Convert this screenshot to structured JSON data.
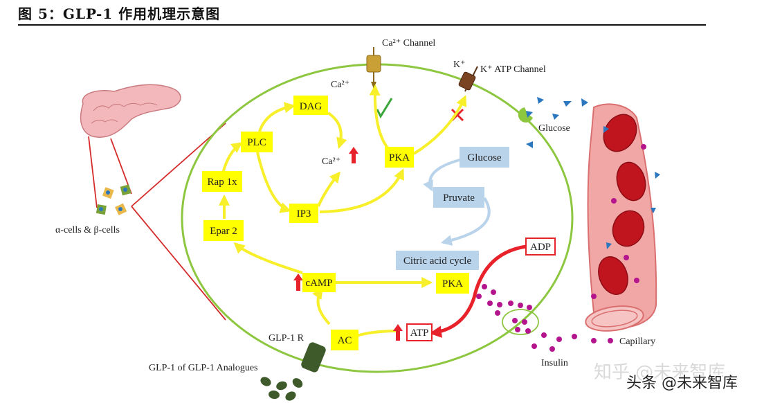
{
  "title": "图 5：GLP-1 作用机理示意图",
  "labels": {
    "ca_channel": "Ca²⁺ Channel",
    "ca_ion_top": "Ca²⁺",
    "k_ion": "K⁺",
    "k_atp_channel": "K⁺ ATP Channel",
    "glucose_outside": "Glucose",
    "ca_ion_mid": "Ca²⁺",
    "cells": "α-cells & β-cells",
    "glp1r": "GLP-1 R",
    "glp1_analogues": "GLP-1 of GLP-1 Analogues",
    "insulin": "Insulin",
    "capillary": "Capillary"
  },
  "boxes": {
    "dag": "DAG",
    "plc": "PLC",
    "rap1x": "Rap 1x",
    "pka_top": "PKA",
    "glucose_in": "Glucose",
    "pruvate": "Pruvate",
    "ip3": "IP3",
    "epar2": "Epar 2",
    "citric": "Citric acid cycle",
    "adp": "ADP",
    "camp": "cAMP",
    "pka_bottom": "PKA",
    "atp": "ATP",
    "ac": "AC"
  },
  "watermark": {
    "faint": "知乎 @未来智库",
    "bold": "头条 @未来智库"
  },
  "colors": {
    "membrane": "#8dc63f",
    "yellow_box": "#ffff00",
    "yellow_arrow": "#f7ef2a",
    "blue_box": "#b9d3ea",
    "red": "#e8222a",
    "vessel": "#f2a7a7",
    "rbc": "#c0151f",
    "insulin": "#b5158c",
    "glucose_marker": "#2a77c0"
  }
}
